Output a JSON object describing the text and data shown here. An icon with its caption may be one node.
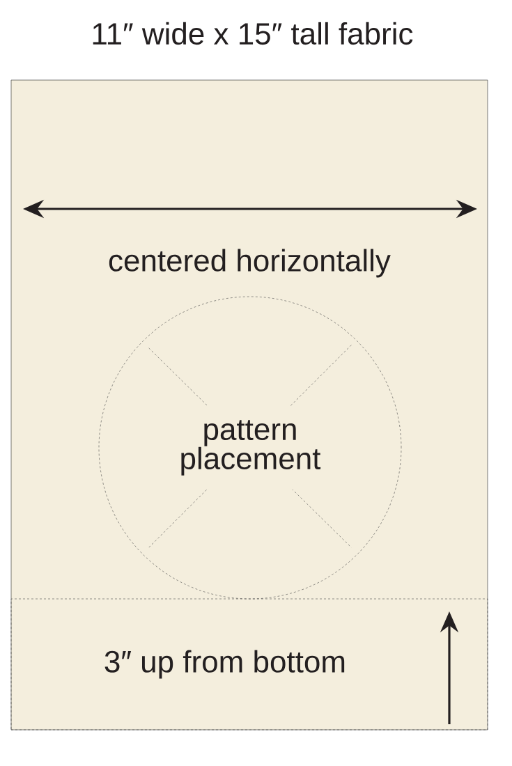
{
  "diagram": {
    "title": "11″ wide x 15″ tall fabric",
    "nodes": [
      {
        "text": [],
        "shape": "box"
      },
      {
        "text": [
          "pattern placement"
        ],
        "in": 0
      },
      {
        "text": [
          "3″ up from bottom"
        ],
        "in": 0
      }
    ],
    "labels": [
      "centered horizontally"
    ]
  }
}
